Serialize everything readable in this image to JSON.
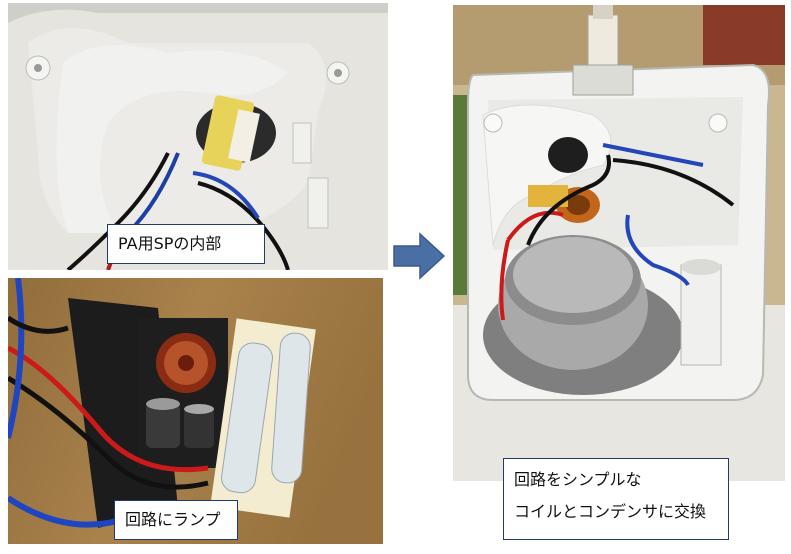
{
  "captions": {
    "top_left": "PA用SPの内部",
    "bottom_left": "回路にランプ",
    "right_line1": "回路をシンプルな",
    "right_line2": "コイルとコンデンサに交換"
  },
  "colors": {
    "arrow": "#4a6fa5",
    "caption_border": "#1f3a6e"
  },
  "icons": {
    "arrow": "right-arrow-icon"
  }
}
